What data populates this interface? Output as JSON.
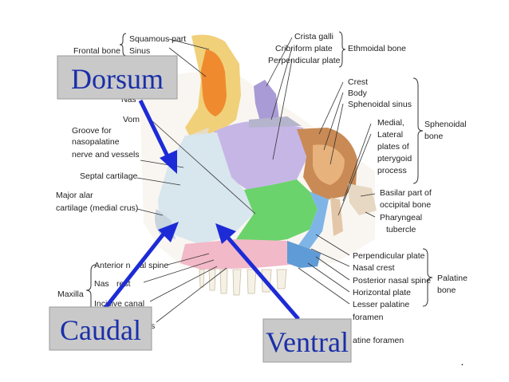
{
  "labels": {
    "squamous_part": "Squamous part",
    "frontal_bone": "Frontal bone",
    "sinus": "Sinus",
    "crista_galli": "Crista galli",
    "cribriform_plate": "Cribriform plate",
    "perpendicular_plate_eth": "Perpendicular plate",
    "ethmoidal_bone": "Ethmoidal bone",
    "nasal_bone_frag": "Nas",
    "vomer_frag": "Vom",
    "groove_1": "Groove for",
    "groove_2": "nasopalatine",
    "groove_3": "nerve and vessels",
    "septal_cartilage": "Septal cartilage",
    "major_alar_1": "Major alar",
    "major_alar_2": "cartilage (medial crus)",
    "crest": "Crest",
    "body": "Body",
    "sphenoidal_sinus": "Sphenoidal sinus",
    "medial": "Medial,",
    "lateral": "Lateral",
    "plates_of": "plates of",
    "pterygoid": "pterygoid",
    "process": "process",
    "sphenoidal_1": "Sphenoidal",
    "sphenoidal_2": "bone",
    "basilar_1": "Basilar part of",
    "basilar_2": "occipital bone",
    "pharyngeal_1": "Pharyngeal",
    "pharyngeal_2": "tubercle",
    "anterior_spine_a": "Anterior n",
    "anterior_spine_b": "al spine",
    "nasal_crest_max": "Nas",
    "nasal_crest_max_b": "rest",
    "maxilla": "Maxilla",
    "incisive_canal": "Incisive canal",
    "palatine_frag": "s",
    "perpendicular_plate_pal": "Perpendicular plate",
    "nasal_crest_pal": "Nasal crest",
    "posterior_nasal_spine": "Posterior nasal spine",
    "horizontal_plate": "Horizontal plate",
    "lesser_palatine": "Lesser palatine",
    "foramen": "foramen",
    "palatine_1": "Palatine",
    "palatine_2": "bone",
    "greater_palatine_frag": "atine foramen"
  },
  "overlays": {
    "dorsum": "Dorsum",
    "caudal": "Caudal",
    "ventral": "Ventral"
  },
  "colors": {
    "arrow": "#1d2bd6",
    "overlay_text": "#1a2fa8",
    "overlay_box": "#c9c9c9",
    "septal_cartilage": "#d8e6ee",
    "vomer": "#6bd36b",
    "ethmoid": "#c6b6e6",
    "sphenoid": "#c98a55",
    "frontal": "#f1d07a",
    "palatine": "#7fb5e6",
    "maxilla": "#f2b9c8"
  }
}
